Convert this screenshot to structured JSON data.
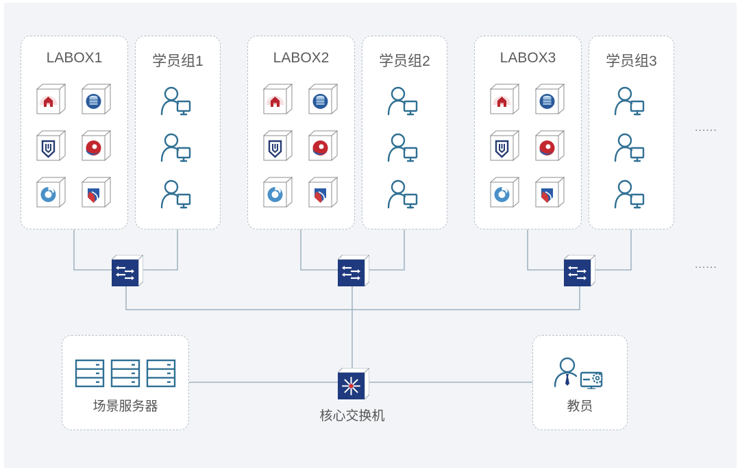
{
  "diagram": {
    "labs": [
      {
        "labox_title": "LABOX1",
        "group_title": "学员组1",
        "devices": [
          "firewall-icon",
          "database-icon",
          "shield-icon",
          "orb-icon",
          "swirl-icon",
          "flame-shield-icon"
        ],
        "users": [
          "student-1",
          "student-2",
          "student-3"
        ]
      },
      {
        "labox_title": "LABOX2",
        "group_title": "学员组2",
        "devices": [
          "firewall-icon",
          "database-icon",
          "shield-icon",
          "orb-icon",
          "swirl-icon",
          "flame-shield-icon"
        ],
        "users": [
          "student-1",
          "student-2",
          "student-3"
        ]
      },
      {
        "labox_title": "LABOX3",
        "group_title": "学员组3",
        "devices": [
          "firewall-icon",
          "database-icon",
          "shield-icon",
          "orb-icon",
          "swirl-icon",
          "flame-shield-icon"
        ],
        "users": [
          "student-1",
          "student-2",
          "student-3"
        ]
      }
    ],
    "ellipsis_top": "......",
    "ellipsis_bottom": "......",
    "servers_label": "场景服务器",
    "core_switch_label": "核心交换机",
    "teacher_label": "教员",
    "colors": {
      "switch_face": "#1f3a7e",
      "line": "#7d98ac",
      "icon_blue": "#2f6f93",
      "panel_bg": "#f2f4f7"
    }
  }
}
